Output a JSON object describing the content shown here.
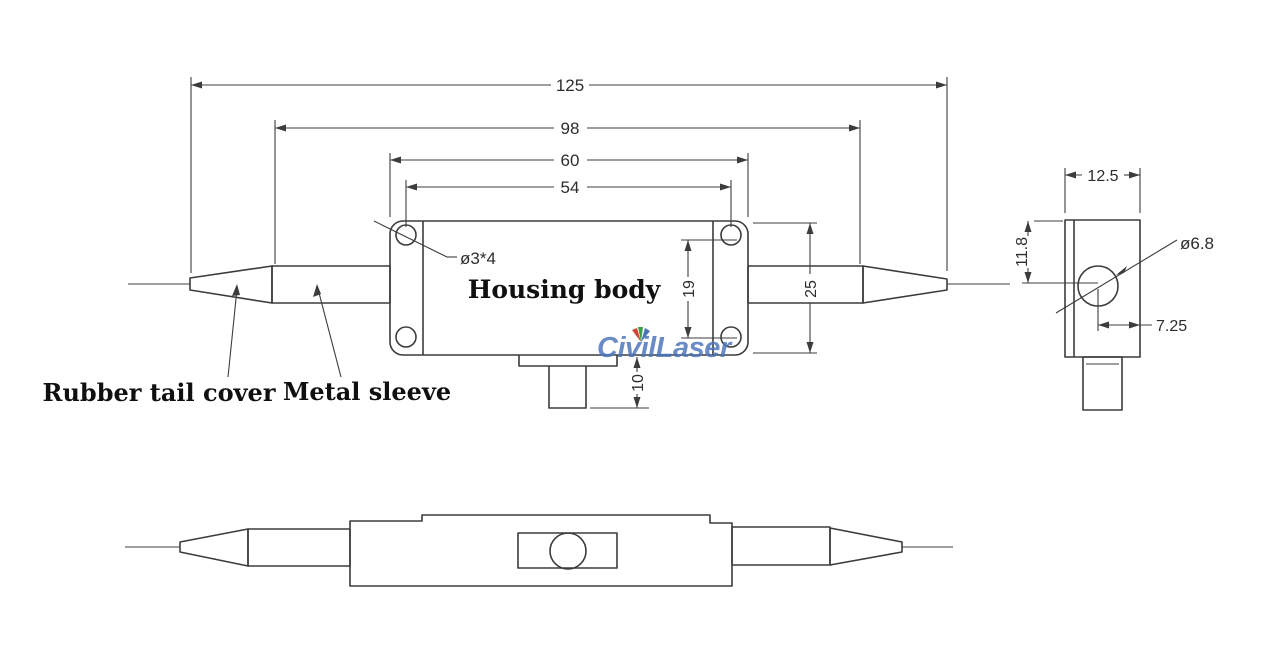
{
  "title": "Fiber optic component mechanical drawing",
  "watermark": {
    "text": "CivilLaser",
    "color": "#4a74ba"
  },
  "labels": {
    "rubber_tail_cover": "Rubber tail cover",
    "metal_sleeve": "Metal sleeve",
    "housing_body": "Housing body"
  },
  "dimensions": {
    "top": {
      "overall_length": "125",
      "sleeve_span": "98",
      "flange_length": "60",
      "hole_spacing_horizontal": "54",
      "flange_width": "25",
      "hole_spacing_vertical": "19",
      "connector_protrusion": "10",
      "mounting_hole_spec": "ø3*4"
    },
    "side": {
      "body_width": "12.5",
      "hole_center_height": "11.8",
      "hole_diameter": "ø6.8",
      "hole_center_offset": "7.25"
    }
  },
  "drawing": {
    "line_color": "#3c3c3c",
    "background": "#ffffff"
  }
}
